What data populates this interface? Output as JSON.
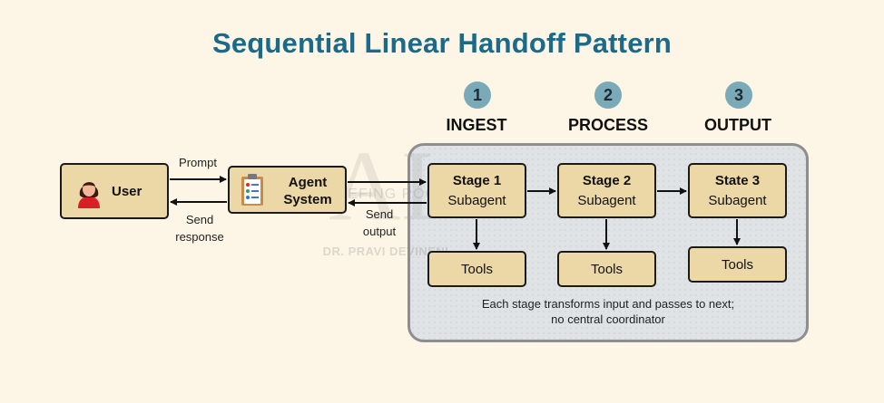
{
  "title": "Sequential Linear Handoff Pattern",
  "phases": [
    {
      "number": "1",
      "label": "INGEST"
    },
    {
      "number": "2",
      "label": "PROCESS"
    },
    {
      "number": "3",
      "label": "OUTPUT"
    }
  ],
  "user": {
    "label": "User",
    "icon": "user-avatar-icon"
  },
  "agent": {
    "line1": "Agent",
    "line2": "System",
    "icon": "clipboard-checklist-icon"
  },
  "edges": {
    "prompt": "Prompt",
    "send_response_1": "Send",
    "send_response_2": "response",
    "send_output_1": "Send",
    "send_output_2": "output"
  },
  "stages": [
    {
      "title": "Stage 1",
      "subtitle": "Subagent",
      "tools": "Tools"
    },
    {
      "title": "Stage 2",
      "subtitle": "Subagent",
      "tools": "Tools"
    },
    {
      "title": "State 3",
      "subtitle": "Subagent",
      "tools": "Tools"
    }
  ],
  "note": {
    "line1": "Each stage transforms input and passes to next;",
    "line2": "no central coordinator"
  },
  "watermark": {
    "monogram": "AI",
    "line1": "BRIEFING ROOM",
    "line2": "DR. PRAVI DEVINENI"
  },
  "colors": {
    "background": "#fdf6e6",
    "title": "#1c6a8a",
    "box_fill": "#ecd7a6",
    "badge": "#7aa9b8",
    "container": "#dfe3e5"
  }
}
